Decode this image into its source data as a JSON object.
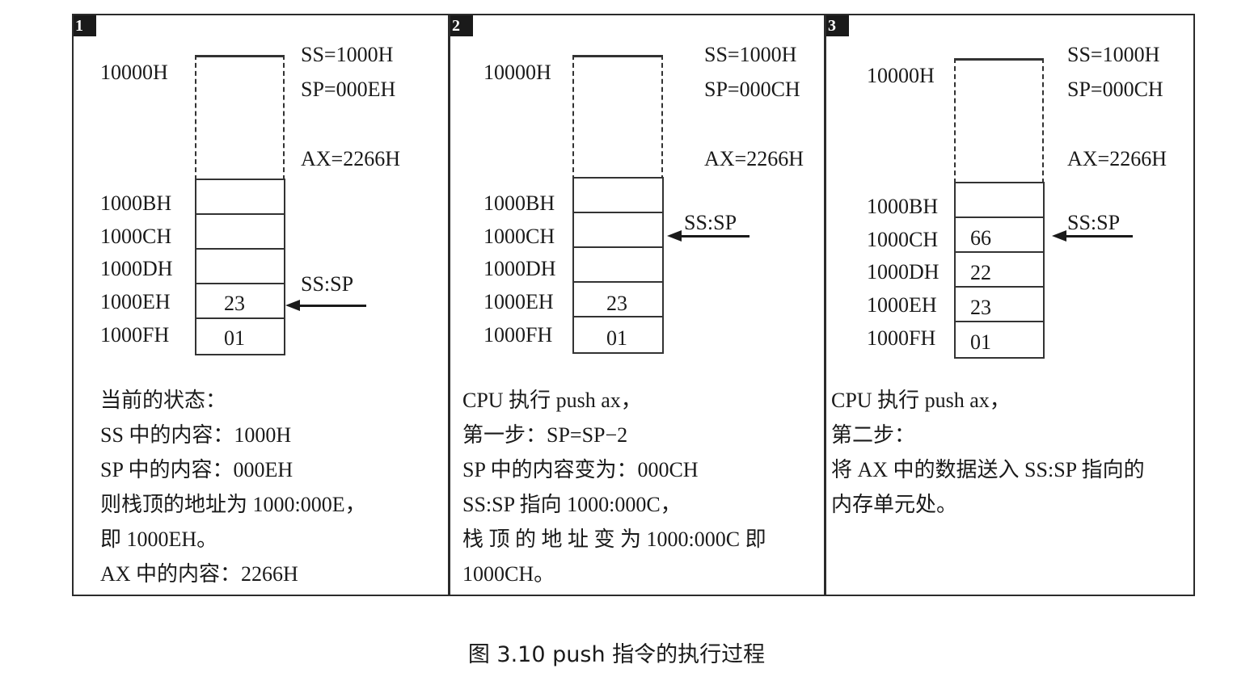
{
  "panels": [
    {
      "number": "1",
      "regs": [
        "SS=1000H",
        "SP=000EH",
        "AX=2266H"
      ],
      "top_address": "10000H",
      "addresses": [
        "1000BH",
        "1000CH",
        "1000DH",
        "1000EH",
        "1000FH"
      ],
      "cells": [
        "",
        "",
        "",
        "23",
        "01"
      ],
      "pointer_label": "SS:SP",
      "pointer_at": "1000EH",
      "description": [
        "当前的状态：",
        "SS 中的内容：1000H",
        "SP 中的内容：000EH",
        "则栈顶的地址为 1000:000E，",
        "即 1000EH。",
        "AX 中的内容：2266H"
      ]
    },
    {
      "number": "2",
      "regs": [
        "SS=1000H",
        "SP=000CH",
        "AX=2266H"
      ],
      "top_address": "10000H",
      "addresses": [
        "1000BH",
        "1000CH",
        "1000DH",
        "1000EH",
        "1000FH"
      ],
      "cells": [
        "",
        "",
        "",
        "23",
        "01"
      ],
      "pointer_label": "SS:SP",
      "pointer_at": "1000CH",
      "description": [
        "CPU 执行  push ax，",
        "第一步：SP=SP−2",
        "SP 中的内容变为：000CH",
        "SS:SP 指向 1000:000C，",
        "栈 顶 的 地 址 变 为  1000:000C  即",
        "1000CH。"
      ]
    },
    {
      "number": "3",
      "regs": [
        "SS=1000H",
        "SP=000CH",
        "AX=2266H"
      ],
      "top_address": "10000H",
      "addresses": [
        "1000BH",
        "1000CH",
        "1000DH",
        "1000EH",
        "1000FH"
      ],
      "cells": [
        "",
        "66",
        "22",
        "23",
        "01"
      ],
      "pointer_label": "SS:SP",
      "pointer_at": "1000CH",
      "description": [
        "CPU 执行  push ax，",
        "第二步：",
        "将 AX 中的数据送入 SS:SP 指向的",
        "内存单元处。"
      ]
    }
  ],
  "caption": "图 3.10    push 指令的执行过程"
}
